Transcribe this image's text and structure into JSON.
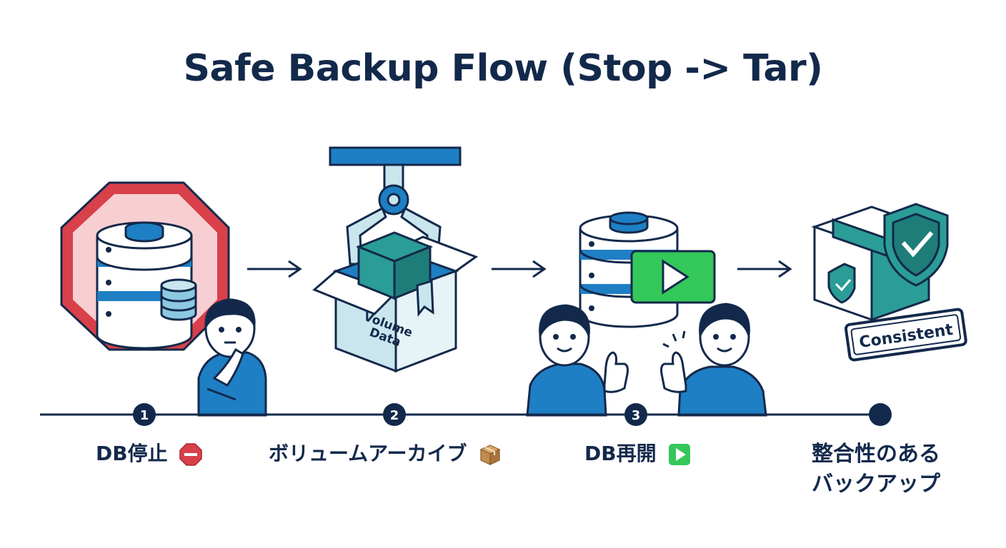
{
  "title": "Safe Backup Flow (Stop -> Tar)",
  "colors": {
    "navy": "#13294b",
    "blue": "#1f7fc4",
    "teal": "#2a9d96",
    "red": "#d8404a",
    "pink": "#f7cfd2",
    "green": "#34c759",
    "lightblue": "#c9e5ee"
  },
  "steps": [
    {
      "number": "1",
      "label": "DB停止",
      "icon": "stop-sign-icon"
    },
    {
      "number": "2",
      "label": "ボリュームアーカイブ",
      "icon": "package-icon"
    },
    {
      "number": "3",
      "label": "DB再開",
      "icon": "play-button-icon"
    }
  ],
  "final": {
    "line1": "整合性のある",
    "line2": "バックアップ"
  },
  "box_text": {
    "line1": "Volume",
    "line2": "Data"
  },
  "stamp_text": "Consistent"
}
